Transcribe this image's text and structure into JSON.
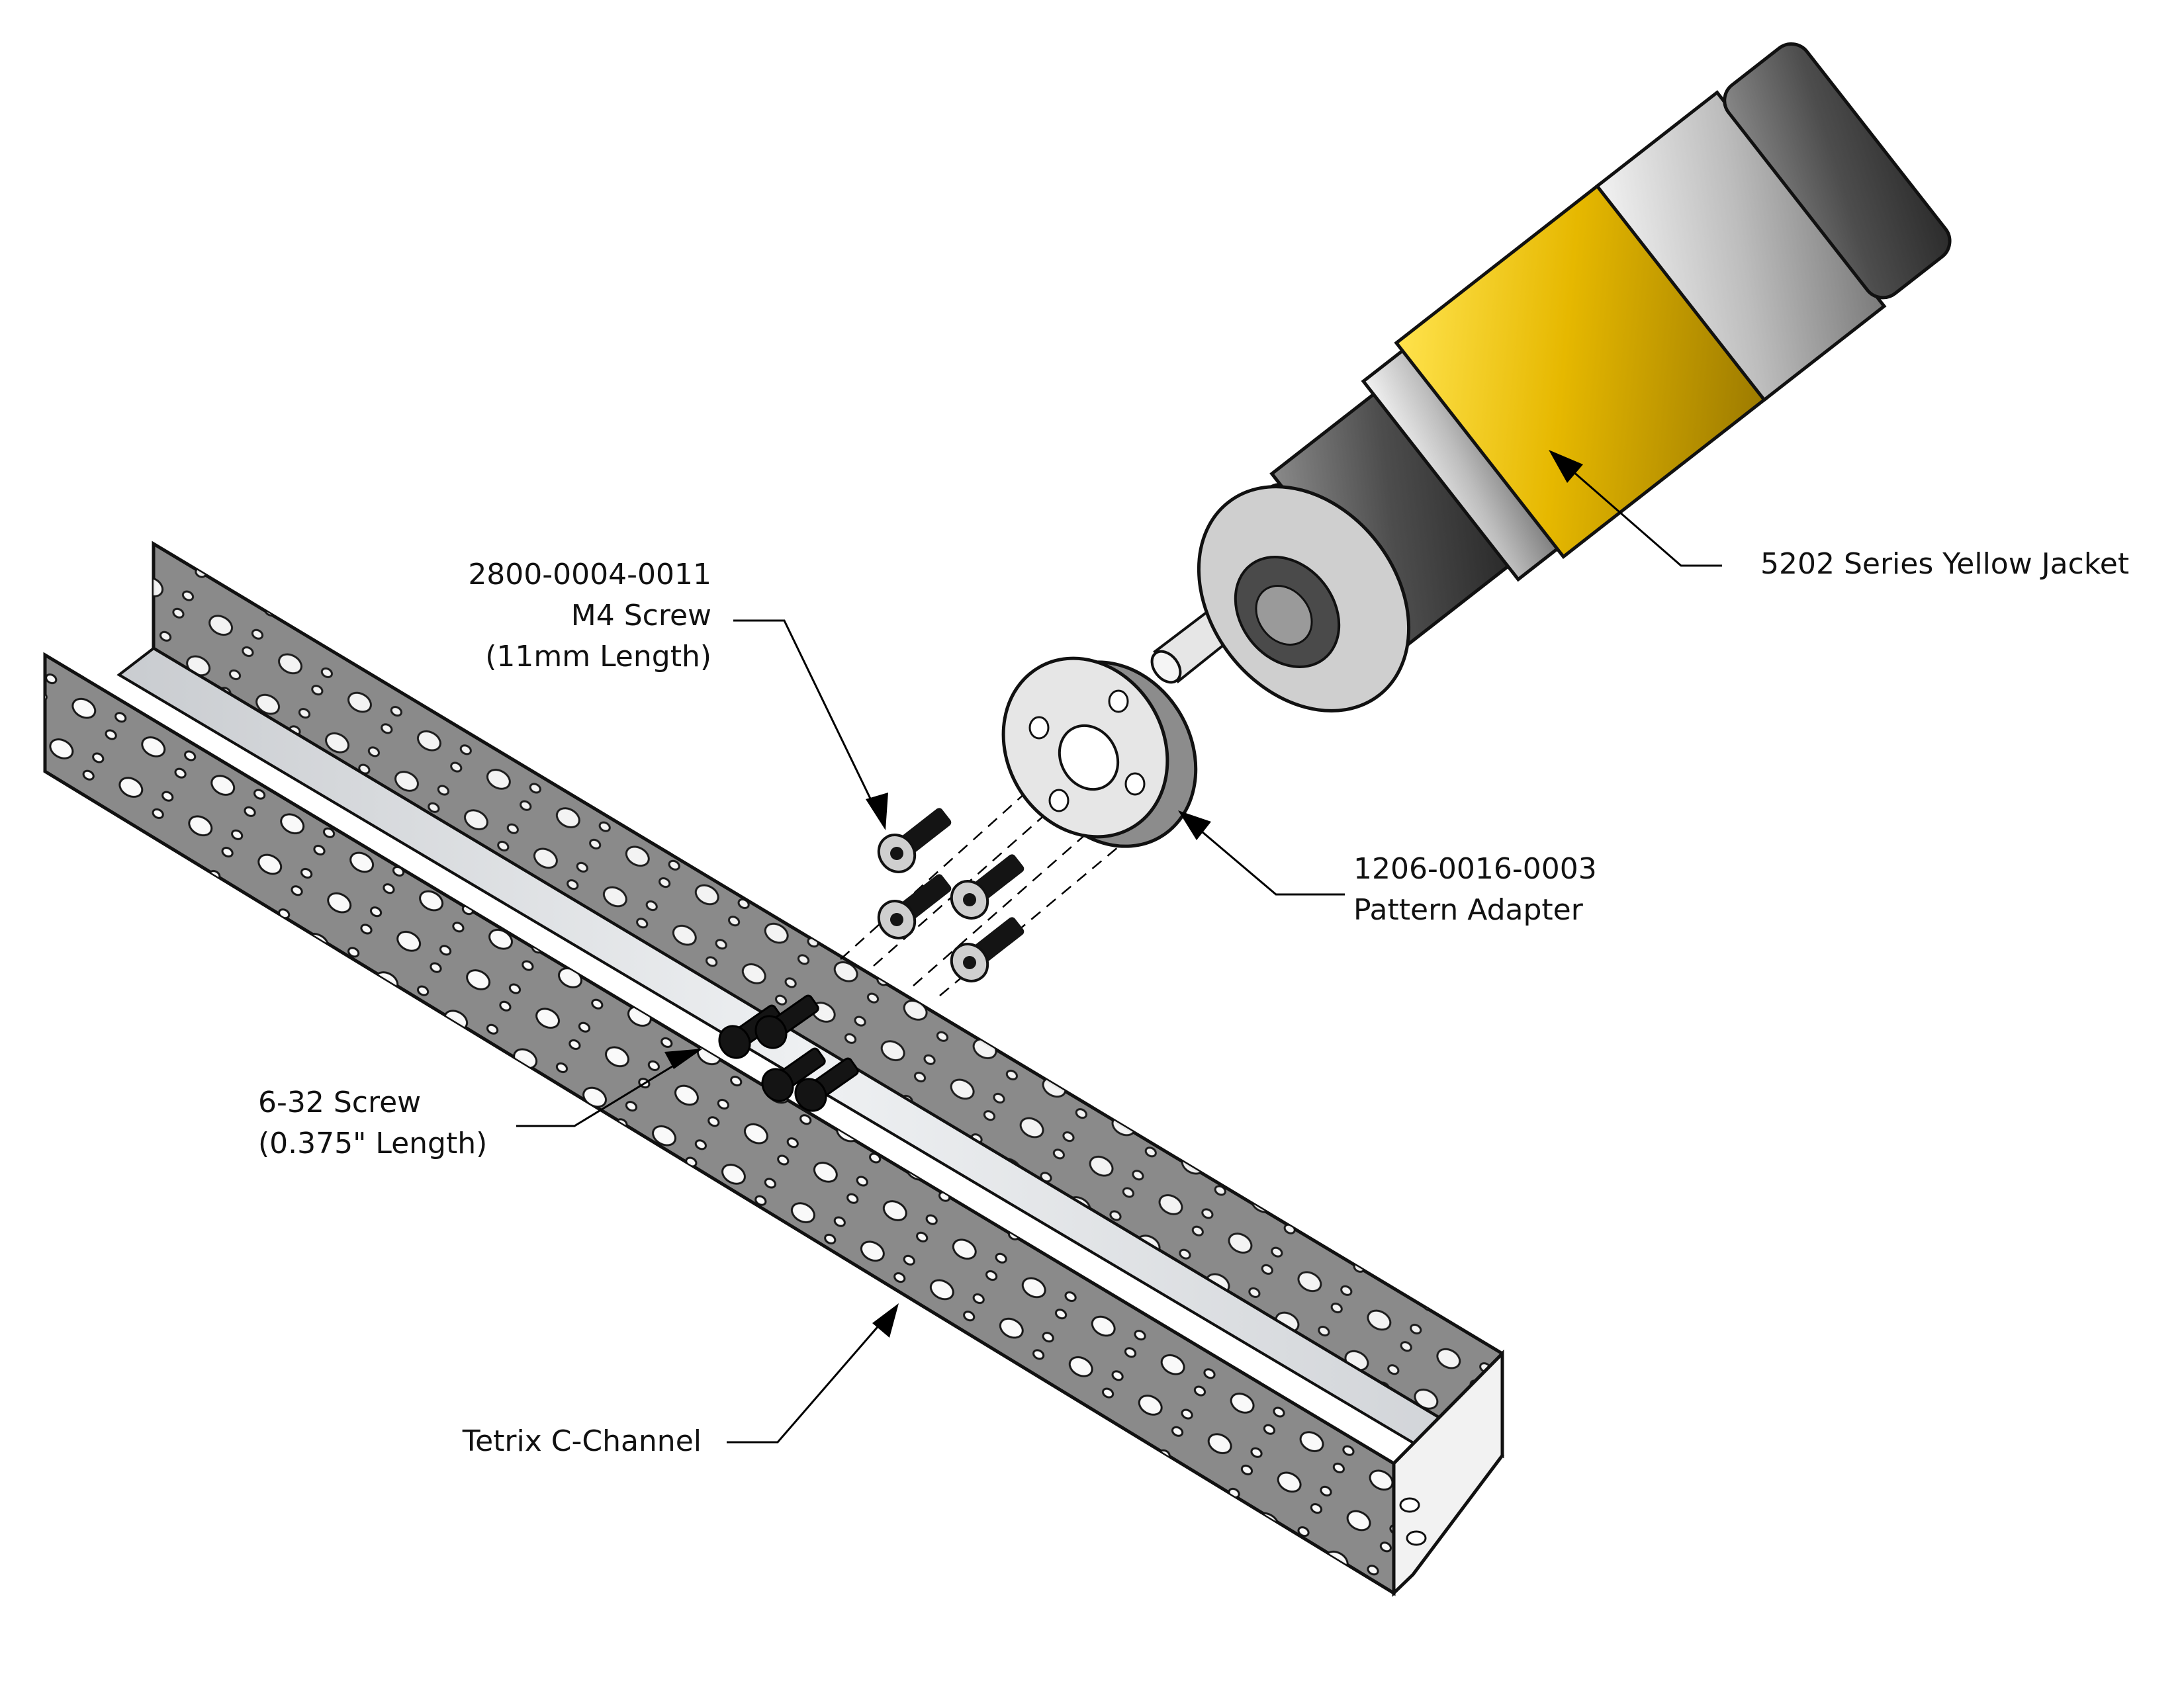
{
  "labels": {
    "motor": {
      "line1": "5202 Series Yellow Jacket"
    },
    "m4_screw": {
      "line1": "2800-0004-0011",
      "line2": "M4 Screw",
      "line3": "(11mm Length)"
    },
    "adapter": {
      "line1": "1206-0016-0003",
      "line2": "Pattern Adapter"
    },
    "screw_632": {
      "line1": "6-32 Screw",
      "line2": "(0.375\" Length)"
    },
    "channel": {
      "line1": "Tetrix C-Channel"
    }
  },
  "colors": {
    "motor_yellow": "#e6b800",
    "channel_grey": "#8a8a8a",
    "channel_inside": "#dcdfe3",
    "metal_light": "#d5d5d5",
    "metal_dark": "#4a4a4a",
    "screw_black": "#141414",
    "leader_line": "#000000"
  }
}
